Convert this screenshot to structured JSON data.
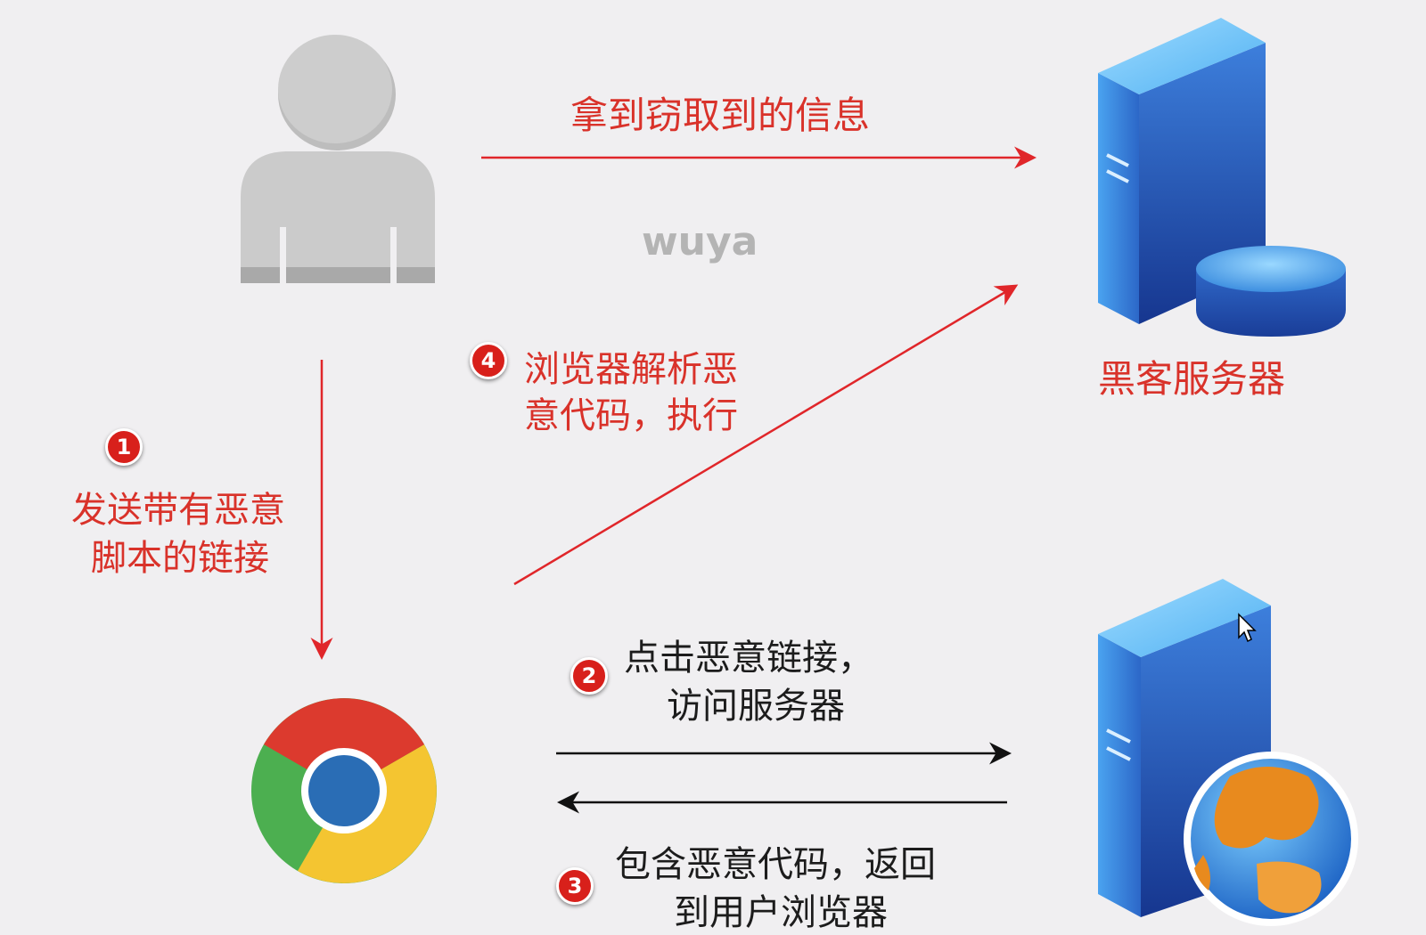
{
  "labels": {
    "stolen_info": "拿到窃取到的信息",
    "watermark": "wuya",
    "step4_line1": "浏览器解析恶",
    "step4_line2": "意代码，执行",
    "hacker_server": "黑客服务器",
    "step1_line1": "发送带有恶意",
    "step1_line2": "脚本的链接",
    "step2_line1": "点击恶意链接，",
    "step2_line2": "访问服务器",
    "step3_line1": "包含恶意代码，返回",
    "step3_line2": "到用户浏览器"
  },
  "badges": {
    "b1": "1",
    "b2": "2",
    "b3": "3",
    "b4": "4"
  },
  "icons": [
    "user-icon",
    "hacker-server-icon",
    "database-icon",
    "browser-icon",
    "web-server-icon",
    "globe-icon",
    "mouse-cursor-icon"
  ],
  "colors": {
    "accent_red": "#d9322a",
    "arrow_red": "#e0262a",
    "arrow_black": "#111111",
    "server_blue": "#3b8fe0"
  }
}
